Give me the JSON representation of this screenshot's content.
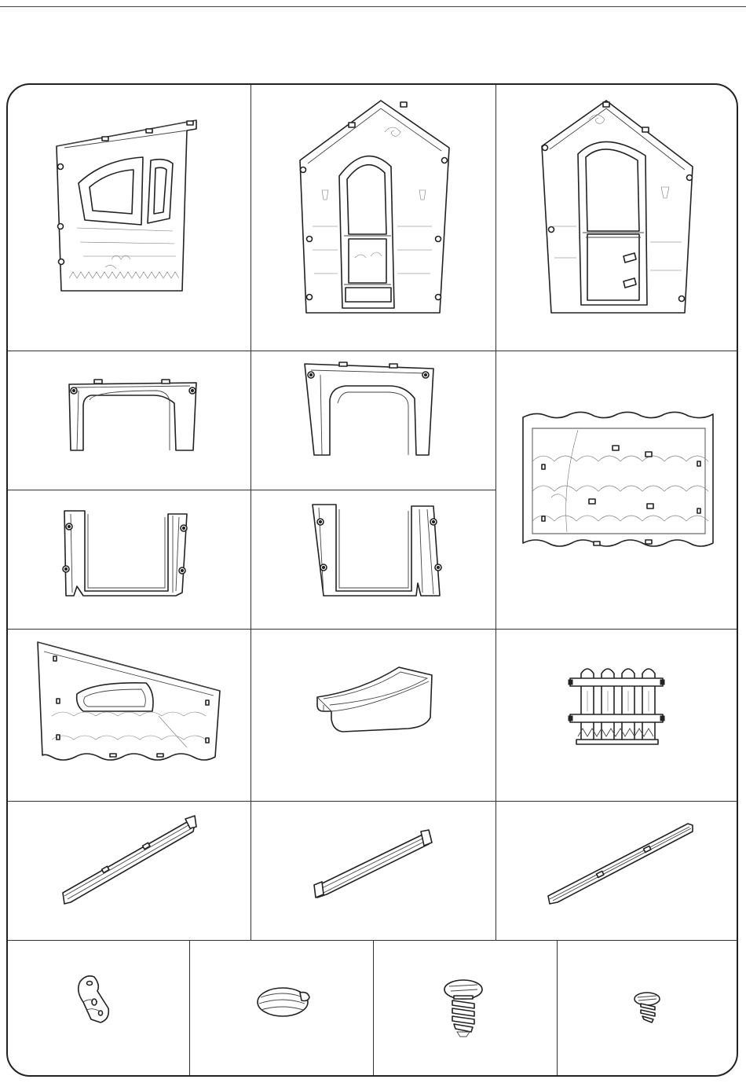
{
  "sheet": {
    "title": "",
    "parts": [
      {
        "id": "side-wall-window"
      },
      {
        "id": "front-gable-wall-window-door"
      },
      {
        "id": "front-gable-wall-door"
      },
      {
        "id": "door-frame-top-small"
      },
      {
        "id": "door-frame-top-large"
      },
      {
        "id": "roof-panel-tiles"
      },
      {
        "id": "door-frame-side-small"
      },
      {
        "id": "door-frame-side-large"
      },
      {
        "id": "roof-side-window"
      },
      {
        "id": "window-box"
      },
      {
        "id": "fence-panel"
      },
      {
        "id": "rail-a"
      },
      {
        "id": "rail-b"
      },
      {
        "id": "rail-c"
      },
      {
        "id": "hinge-clip"
      },
      {
        "id": "cap-plug"
      },
      {
        "id": "screw-large"
      },
      {
        "id": "screw-small"
      }
    ],
    "colors": {
      "line": "#222222",
      "background": "#ffffff"
    }
  }
}
